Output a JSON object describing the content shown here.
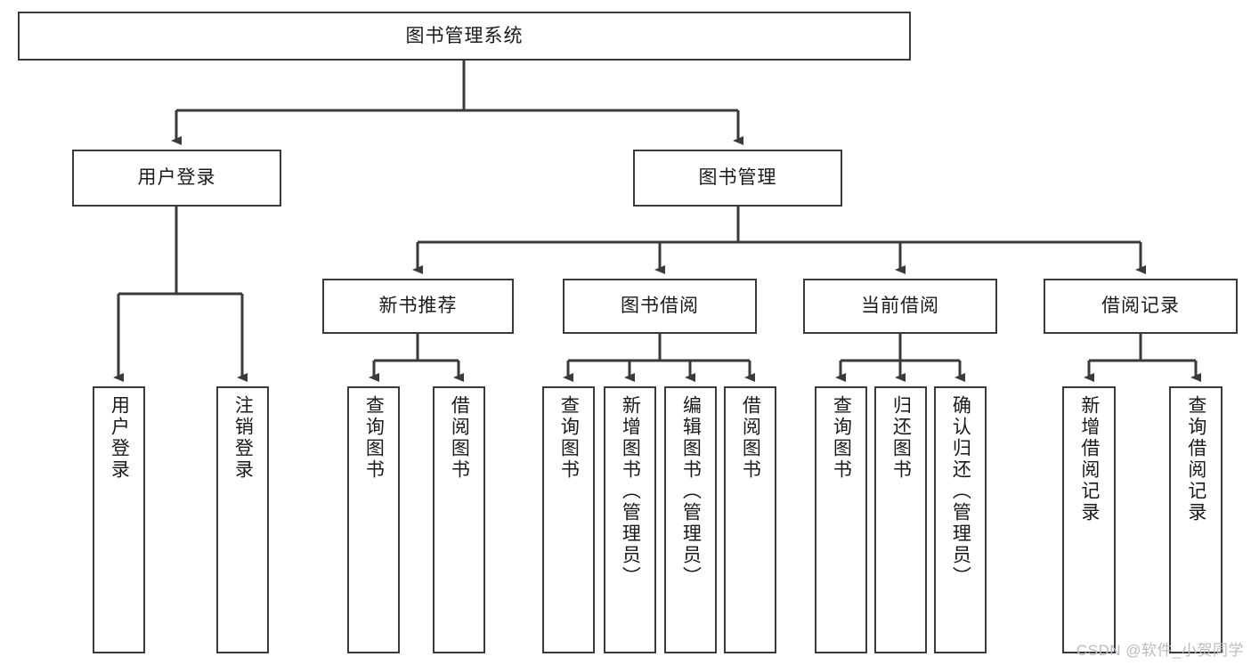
{
  "diagram": {
    "title": "图书管理系统",
    "type": "tree",
    "watermark": "CSDN @软件_小贺同学",
    "root": {
      "label": "图书管理系统"
    },
    "level2": [
      {
        "label": "用户登录"
      },
      {
        "label": "图书管理"
      }
    ],
    "level3": [
      {
        "label": "新书推荐"
      },
      {
        "label": "图书借阅"
      },
      {
        "label": "当前借阅"
      },
      {
        "label": "借阅记录"
      }
    ],
    "leaves": {
      "user_login": [
        {
          "label": "用户登录"
        },
        {
          "label": "注销登录"
        }
      ],
      "new_book_recommend": [
        {
          "label": "查询图书"
        },
        {
          "label": "借阅图书"
        }
      ],
      "book_borrow": [
        {
          "label": "查询图书"
        },
        {
          "label": "新增图书（管理员）"
        },
        {
          "label": "编辑图书（管理员）"
        },
        {
          "label": "借阅图书"
        }
      ],
      "current_borrow": [
        {
          "label": "查询图书"
        },
        {
          "label": "归还图书"
        },
        {
          "label": "确认归还（管理员）"
        }
      ],
      "borrow_record": [
        {
          "label": "新增借阅记录"
        },
        {
          "label": "查询借阅记录"
        }
      ]
    },
    "colors": {
      "stroke": "#3a3a3a",
      "fill": "#ffffff",
      "text": "#1a1a1a",
      "watermark": "#b9bdc2"
    }
  }
}
